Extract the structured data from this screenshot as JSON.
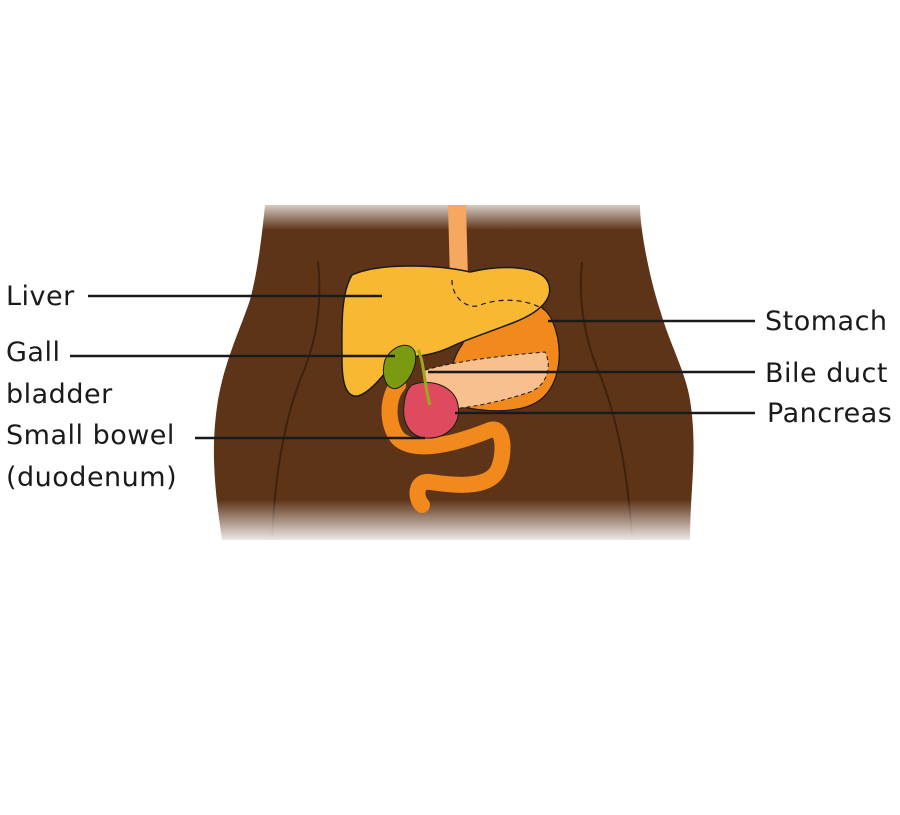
{
  "colors": {
    "background": "#ffffff",
    "body_skin": "#5e3418",
    "liver": "#f9b832",
    "liver_stroke": "#1a1a1a",
    "gall_bladder": "#7a9a12",
    "stomach": "#f2891d",
    "pancreas": "#f7c08c",
    "duodenum": "#f2891d",
    "duodenum_light": "#f6a860",
    "pancreas_head": "#e04a5e",
    "bile_duct": "#9aa81a",
    "leader_line": "#1a1a1a"
  },
  "labels": {
    "liver": "Liver",
    "gall_bladder": [
      "Gall",
      "bladder"
    ],
    "small_bowel": [
      "Small bowel",
      "(duodenum)"
    ],
    "stomach": "Stomach",
    "bile_duct": "Bile duct",
    "pancreas": "Pancreas"
  },
  "icons": {
    "figure": "human-torso-icon"
  }
}
